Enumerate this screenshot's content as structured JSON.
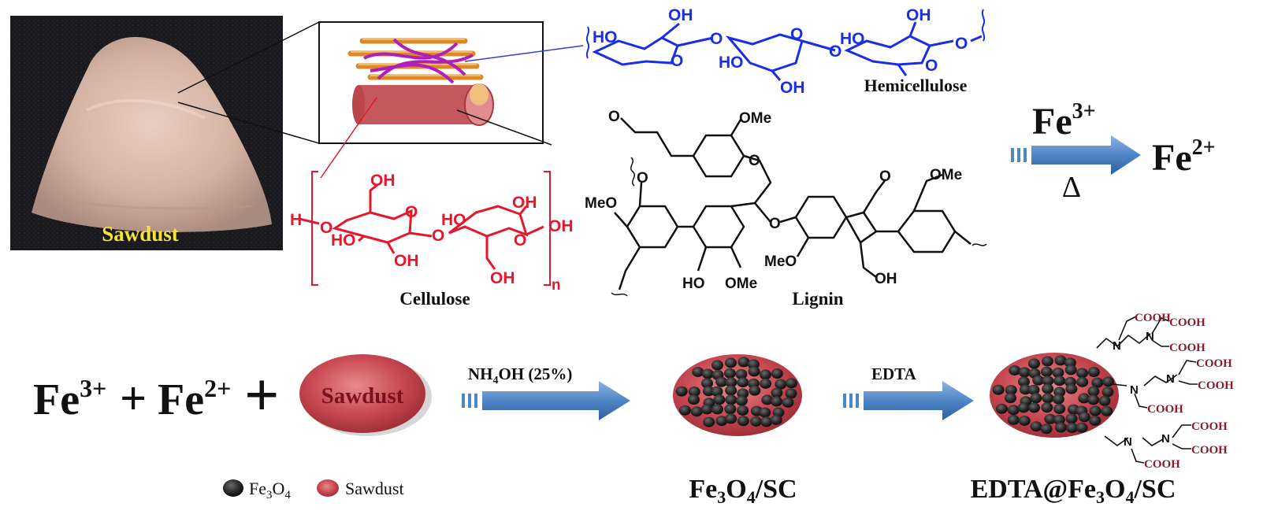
{
  "photo": {
    "label": "Sawdust"
  },
  "hemicellulose": {
    "name": "Hemicellulose",
    "groups": [
      "HO",
      "OH",
      "O",
      "O",
      "O",
      "HO",
      "OH",
      "O",
      "HO",
      "OH",
      "O",
      "O"
    ]
  },
  "cellulose": {
    "name": "Cellulose",
    "end_h": "H",
    "groups": [
      "OH",
      "O",
      "HO",
      "OH",
      "O",
      "HO",
      "OH",
      "O",
      "OH",
      "OH",
      "O"
    ],
    "repeat": "n"
  },
  "lignin": {
    "name": "Lignin",
    "groups": [
      "O",
      "OMe",
      "O",
      "O",
      "MeO",
      "O",
      "OMe",
      "O",
      "MeO",
      "HO",
      "OMe",
      "OH"
    ]
  },
  "reduction": {
    "reactant": "Fe",
    "reactant_charge": "3+",
    "condition": "Δ",
    "product": "Fe",
    "product_charge": "2+"
  },
  "synthesis": {
    "ion1": "Fe",
    "ion1_charge": "3+",
    "plus": "+",
    "ion2": "Fe",
    "ion2_charge": "2+",
    "plus2": "+",
    "sawdust_label": "Sawdust",
    "step1_reagent": "NH4OH (25%)",
    "step1_reagent_pre": "NH",
    "step1_reagent_sub": "4",
    "step1_reagent_post": "OH (25%)",
    "intermediate": "Fe3O4/SC",
    "int_a": "Fe",
    "int_b": "3",
    "int_c": "O",
    "int_d": "4",
    "int_e": "/SC",
    "step2_reagent": "EDTA",
    "product": "EDTA@Fe3O4/SC",
    "prod_a": "EDTA@Fe",
    "prod_b": "3",
    "prod_c": "O",
    "prod_d": "4",
    "prod_e": "/SC",
    "edta_n": "N",
    "edta_acid": "COOH"
  },
  "legend": {
    "fe3o4": "Fe3O4",
    "fe_a": "Fe",
    "fe_b": "3",
    "fe_c": "O",
    "fe_d": "4",
    "sawdust": "Sawdust"
  },
  "colors": {
    "hemicellulose": "#1a2ee8",
    "cellulose": "#e8162c",
    "lignin": "#111111",
    "arrow": "#4f86c6",
    "sawdust_sphere": "#c94a52",
    "particle": "#222222",
    "edta_acid": "#8b1a2a",
    "photo_label": "#f5e23a"
  }
}
